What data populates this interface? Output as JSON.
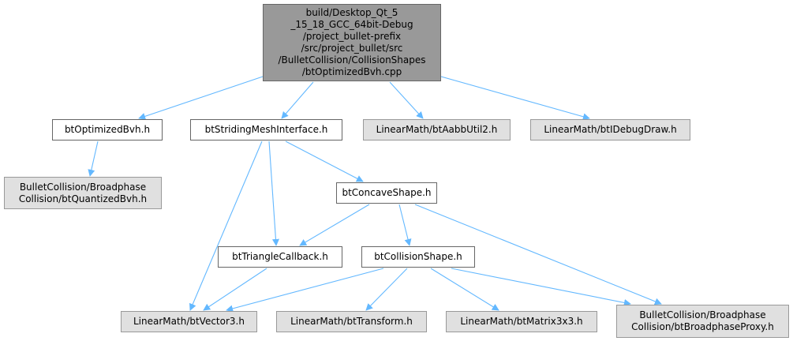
{
  "colors": {
    "edge": "#63b8ff",
    "root_fill": "#999999",
    "local_fill": "#ffffff",
    "external_fill": "#e0e0e0"
  },
  "nodes": {
    "root": "build/Desktop_Qt_5\n_15_18_GCC_64bit-Debug\n/project_bullet-prefix\n/src/project_bullet/src\n/BulletCollision/CollisionShapes\n/btOptimizedBvh.cpp",
    "bt_optimized_bvh_h": "btOptimizedBvh.h",
    "bt_striding_mesh_interface_h": "btStridingMeshInterface.h",
    "bt_aabb_util2_h": "LinearMath/btAabbUtil2.h",
    "bt_idebug_draw_h": "LinearMath/btIDebugDraw.h",
    "bt_quantized_bvh_h": "BulletCollision/Broadphase\nCollision/btQuantizedBvh.h",
    "bt_concave_shape_h": "btConcaveShape.h",
    "bt_triangle_callback_h": "btTriangleCallback.h",
    "bt_collision_shape_h": "btCollisionShape.h",
    "bt_vector3_h": "LinearMath/btVector3.h",
    "bt_transform_h": "LinearMath/btTransform.h",
    "bt_matrix3x3_h": "LinearMath/btMatrix3x3.h",
    "bt_broadphase_proxy_h": "BulletCollision/Broadphase\nCollision/btBroadphaseProxy.h"
  },
  "edges": [
    [
      "root",
      "bt_optimized_bvh_h"
    ],
    [
      "root",
      "bt_striding_mesh_interface_h"
    ],
    [
      "root",
      "bt_aabb_util2_h"
    ],
    [
      "root",
      "bt_idebug_draw_h"
    ],
    [
      "bt_optimized_bvh_h",
      "bt_quantized_bvh_h"
    ],
    [
      "bt_striding_mesh_interface_h",
      "bt_concave_shape_h"
    ],
    [
      "bt_striding_mesh_interface_h",
      "bt_triangle_callback_h"
    ],
    [
      "bt_striding_mesh_interface_h",
      "bt_vector3_h"
    ],
    [
      "bt_concave_shape_h",
      "bt_triangle_callback_h"
    ],
    [
      "bt_concave_shape_h",
      "bt_collision_shape_h"
    ],
    [
      "bt_concave_shape_h",
      "bt_broadphase_proxy_h"
    ],
    [
      "bt_triangle_callback_h",
      "bt_vector3_h"
    ],
    [
      "bt_collision_shape_h",
      "bt_vector3_h"
    ],
    [
      "bt_collision_shape_h",
      "bt_transform_h"
    ],
    [
      "bt_collision_shape_h",
      "bt_matrix3x3_h"
    ],
    [
      "bt_collision_shape_h",
      "bt_broadphase_proxy_h"
    ]
  ]
}
